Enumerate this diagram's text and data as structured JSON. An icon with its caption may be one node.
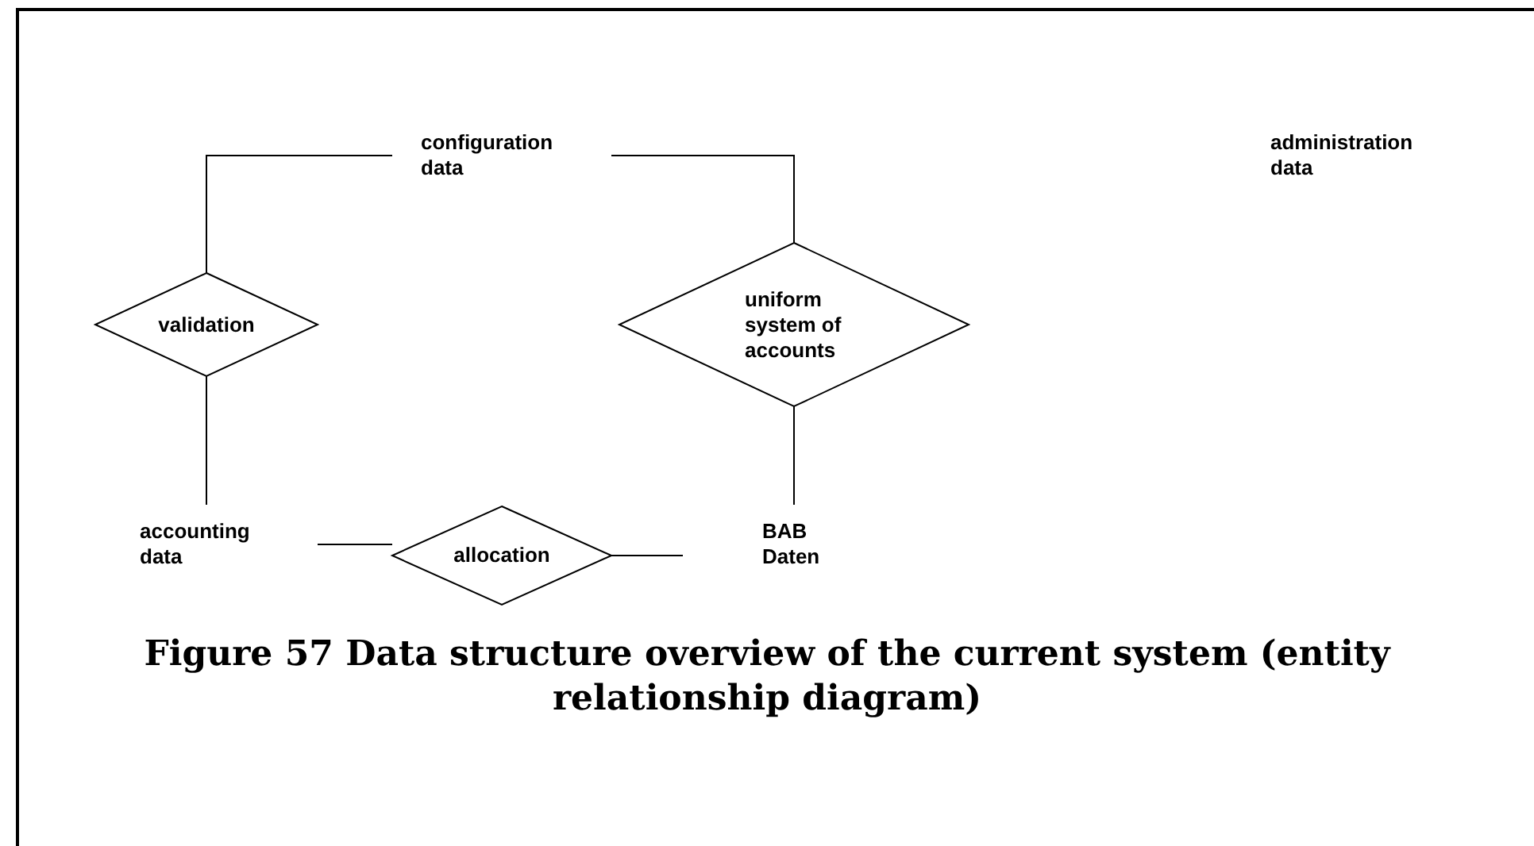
{
  "diagram": {
    "caption": "Figure 57 Data structure overview of the current system (entity relationship diagram)",
    "nodes": [
      {
        "text": [
          "configuration data"
        ]
      },
      {
        "text": [
          "administration data"
        ]
      },
      {
        "text": [
          "validation"
        ]
      },
      {
        "text": [
          "uniform system of accounts"
        ]
      },
      {
        "text": [
          "accounting data"
        ]
      },
      {
        "text": [
          "allocation"
        ]
      },
      {
        "text": [
          "BAB Daten"
        ]
      }
    ],
    "edges": [
      {
        "from": 0,
        "to": 2,
        "arrow": "none"
      },
      {
        "from": 0,
        "to": 3,
        "arrow": "none"
      },
      {
        "from": 2,
        "to": 4,
        "arrow": "none"
      },
      {
        "from": 3,
        "to": 6,
        "arrow": "none"
      },
      {
        "from": 4,
        "to": 5,
        "arrow": "none"
      },
      {
        "from": 5,
        "to": 6,
        "arrow": "none"
      }
    ]
  }
}
